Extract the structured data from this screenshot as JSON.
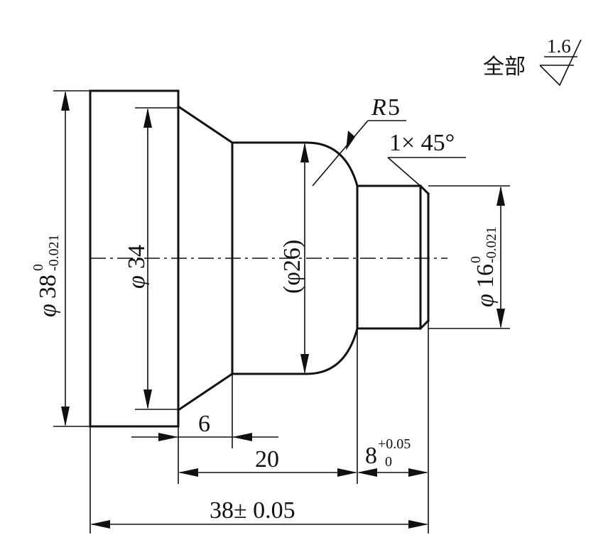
{
  "surface_finish": {
    "scope_label": "全部",
    "roughness_value": "1.6"
  },
  "dimensions": {
    "outer_diameter": {
      "symbol": "φ",
      "value": "38",
      "upper_tol": "0",
      "lower_tol": "-0.021"
    },
    "shoulder_diameter": {
      "symbol": "φ",
      "value": "34"
    },
    "middle_diameter": {
      "text": "(φ26)"
    },
    "end_diameter": {
      "symbol": "φ",
      "value": "16",
      "upper_tol": "0",
      "lower_tol": "-0.021"
    },
    "fillet_radius": {
      "letter": "R",
      "value": "5"
    },
    "chamfer": {
      "text": "1× 45°"
    },
    "flange_length": {
      "value": "6"
    },
    "taper_body_length": {
      "value": "20"
    },
    "end_length": {
      "value": "8",
      "upper_tol": "+0.05",
      "lower_tol": "0"
    },
    "total_length": {
      "text": "38± 0.05"
    }
  }
}
